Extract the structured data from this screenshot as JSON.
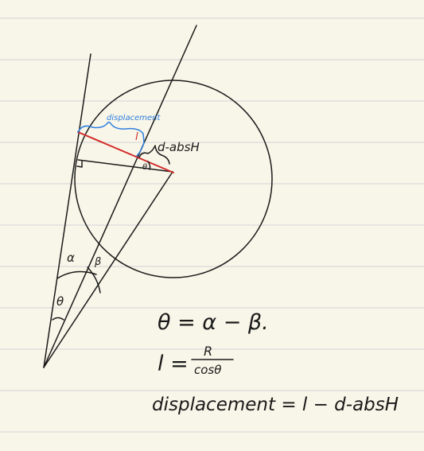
{
  "colors": {
    "paper": "#f8f6e8",
    "ink": "#1a1a1a",
    "rule_line": "#d9d9dc",
    "red_segment": "#d22b2b",
    "blue_annotation": "#2f7fe0"
  },
  "labels": {
    "displacement": "displacement",
    "l": "l",
    "d_absH": "d-absH",
    "theta_small": "θ",
    "alpha": "α",
    "beta": "β",
    "theta": "θ"
  },
  "equations": {
    "eq1": "θ = α − β.",
    "eq2_lhs": "l =",
    "eq2_num": "R",
    "eq2_den": "cosθ",
    "eq3": "displacement = l − d-absH"
  }
}
